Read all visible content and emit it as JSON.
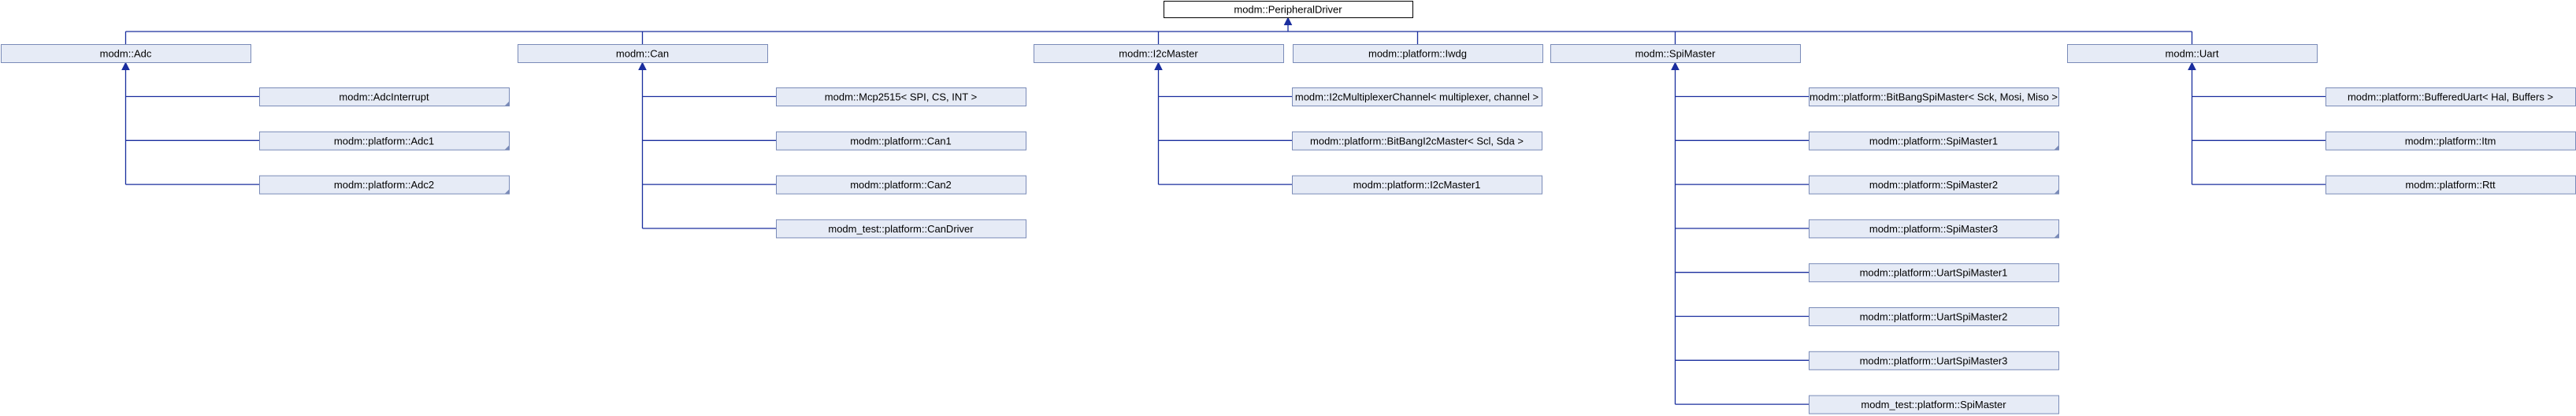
{
  "colors": {
    "edge": "#1a2e9e",
    "root_fill": "#ffffff",
    "root_stroke": "#000000",
    "node_fill": "#e6ebf6",
    "node_stroke": "#7a8bb8",
    "text": "#000000"
  },
  "diagram": {
    "root": {
      "id": "root",
      "label": "modm::PeripheralDriver"
    },
    "groups": [
      {
        "id": "adc",
        "label": "modm::Adc",
        "has_children": true,
        "children": [
          {
            "id": "adc-interrupt",
            "label": "modm::AdcInterrupt",
            "flag": true
          },
          {
            "id": "platform-adc1",
            "label": "modm::platform::Adc1",
            "flag": true
          },
          {
            "id": "platform-adc2",
            "label": "modm::platform::Adc2",
            "flag": true
          }
        ]
      },
      {
        "id": "can",
        "label": "modm::Can",
        "has_children": true,
        "children": [
          {
            "id": "mcp2515",
            "label": "modm::Mcp2515< SPI, CS, INT >",
            "flag": false
          },
          {
            "id": "platform-can1",
            "label": "modm::platform::Can1",
            "flag": false
          },
          {
            "id": "platform-can2",
            "label": "modm::platform::Can2",
            "flag": false
          },
          {
            "id": "test-can-driver",
            "label": "modm_test::platform::CanDriver",
            "flag": false
          }
        ]
      },
      {
        "id": "i2c-master",
        "label": "modm::I2cMaster",
        "has_children": true,
        "children": [
          {
            "id": "i2c-multiplexer-channel",
            "label": "modm::I2cMultiplexerChannel< multiplexer, channel >",
            "flag": false
          },
          {
            "id": "bitbang-i2c-master",
            "label": "modm::platform::BitBangI2cMaster< Scl, Sda >",
            "flag": false
          },
          {
            "id": "platform-i2c-master1",
            "label": "modm::platform::I2cMaster1",
            "flag": false
          }
        ]
      },
      {
        "id": "iwdg",
        "label": "modm::platform::Iwdg",
        "has_children": false,
        "children": []
      },
      {
        "id": "spi-master",
        "label": "modm::SpiMaster",
        "has_children": true,
        "children": [
          {
            "id": "bitbang-spi-master",
            "label": "modm::platform::BitBangSpiMaster< Sck, Mosi, Miso >",
            "flag": false
          },
          {
            "id": "platform-spi-master1",
            "label": "modm::platform::SpiMaster1",
            "flag": true
          },
          {
            "id": "platform-spi-master2",
            "label": "modm::platform::SpiMaster2",
            "flag": true
          },
          {
            "id": "platform-spi-master3",
            "label": "modm::platform::SpiMaster3",
            "flag": true
          },
          {
            "id": "uart-spi-master1",
            "label": "modm::platform::UartSpiMaster1",
            "flag": false
          },
          {
            "id": "uart-spi-master2",
            "label": "modm::platform::UartSpiMaster2",
            "flag": false
          },
          {
            "id": "uart-spi-master3",
            "label": "modm::platform::UartSpiMaster3",
            "flag": false
          },
          {
            "id": "test-spi-master",
            "label": "modm_test::platform::SpiMaster",
            "flag": false
          }
        ]
      },
      {
        "id": "uart",
        "label": "modm::Uart",
        "has_children": true,
        "children": [
          {
            "id": "buffered-uart",
            "label": "modm::platform::BufferedUart< Hal, Buffers >",
            "flag": false
          },
          {
            "id": "platform-itm",
            "label": "modm::platform::Itm",
            "flag": false
          },
          {
            "id": "platform-rtt",
            "label": "modm::platform::Rtt",
            "flag": false
          }
        ]
      }
    ]
  }
}
